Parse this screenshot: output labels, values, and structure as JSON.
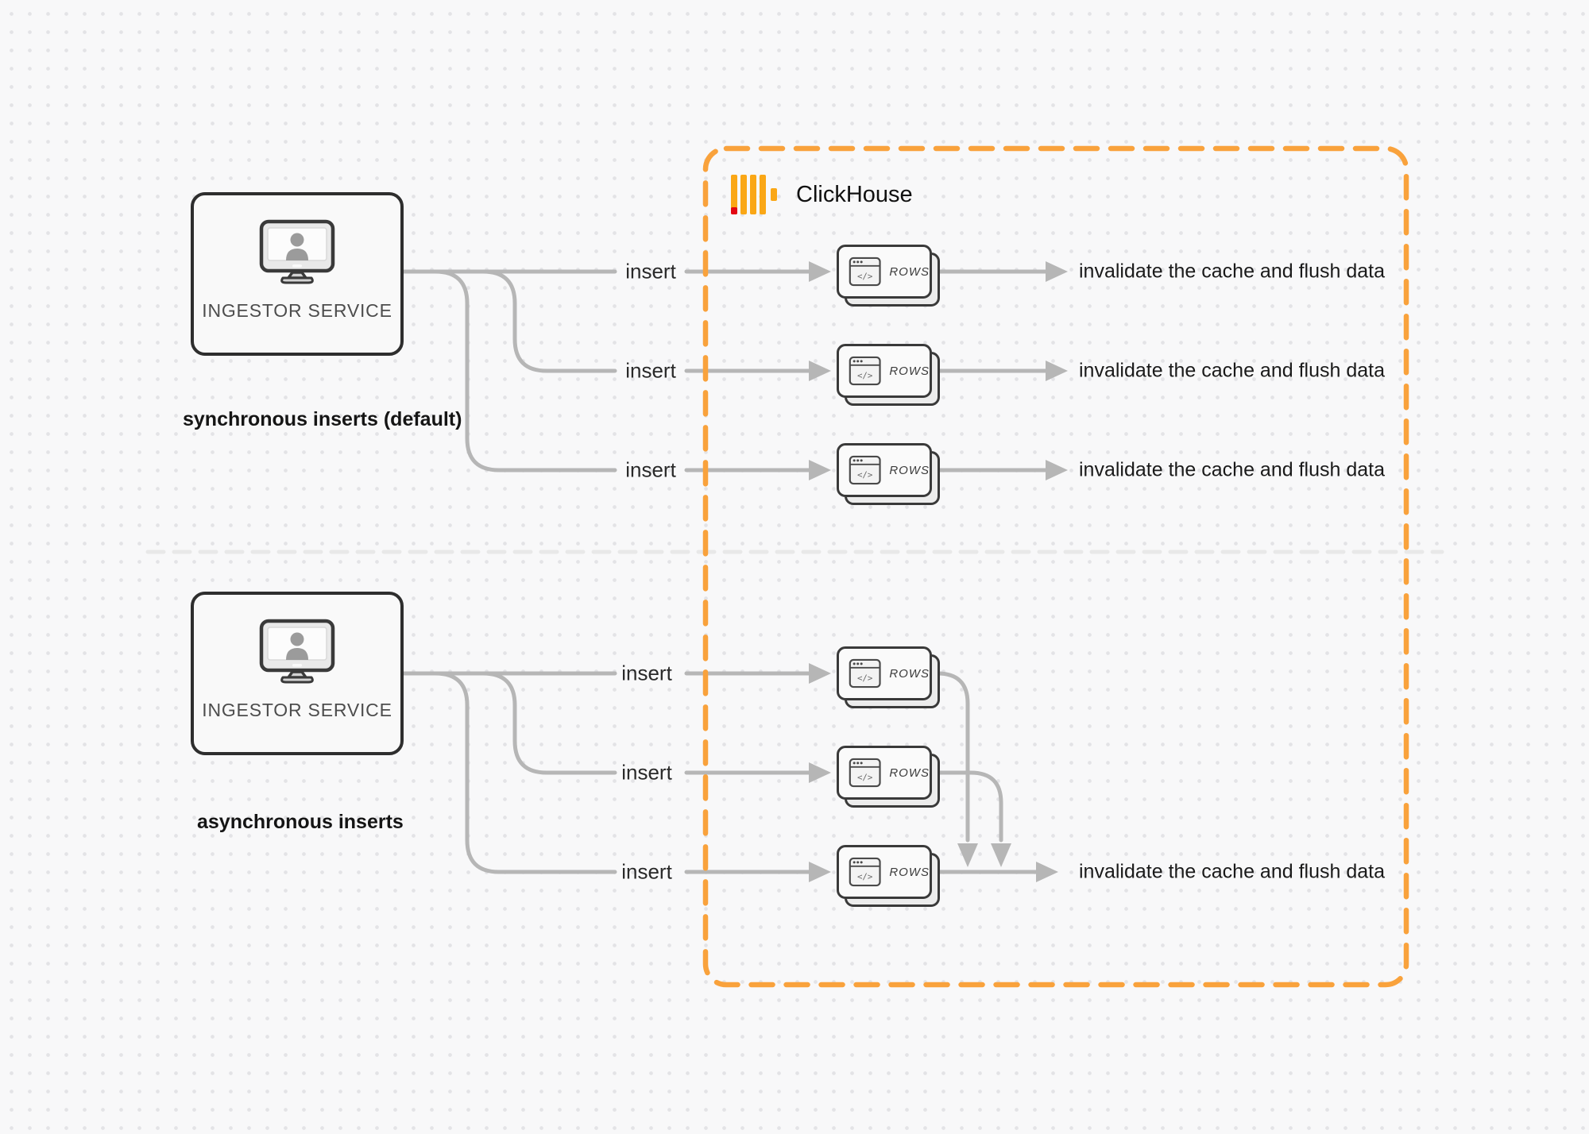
{
  "clickhouse": {
    "label": "ClickHouse"
  },
  "sync": {
    "service_label": "INGESTOR SERVICE",
    "caption": "synchronous inserts (default)",
    "rows": [
      {
        "insert": "insert",
        "card": "ROWS",
        "result": "invalidate the cache and flush data"
      },
      {
        "insert": "insert",
        "card": "ROWS",
        "result": "invalidate the cache and flush data"
      },
      {
        "insert": "insert",
        "card": "ROWS",
        "result": "invalidate the cache and flush data"
      }
    ]
  },
  "async": {
    "service_label": "INGESTOR SERVICE",
    "caption": "asynchronous inserts",
    "rows": [
      {
        "insert": "insert",
        "card": "ROWS"
      },
      {
        "insert": "insert",
        "card": "ROWS"
      },
      {
        "insert": "insert",
        "card": "ROWS"
      }
    ],
    "result": "invalidate the cache and flush data"
  },
  "card_glyph": "</>",
  "colors": {
    "accent_orange": "#F9A23C",
    "logo_yellow": "#FAA716",
    "logo_red": "#E30613",
    "connector_gray": "#B6B6B6",
    "node_border": "#2E2E2E",
    "divider_gray": "#E8E8E8",
    "background": "#F8F8F9"
  }
}
